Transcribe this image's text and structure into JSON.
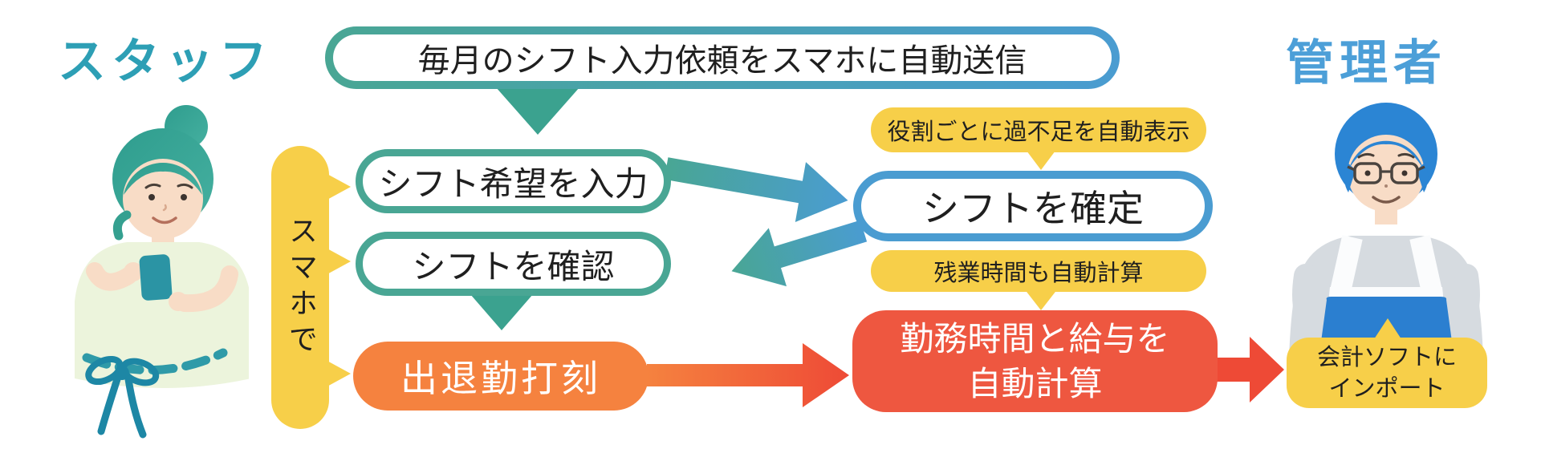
{
  "titles": {
    "staff": "スタッフ",
    "manager": "管理者"
  },
  "flow": {
    "auto_send": "毎月のシフト入力依頼をスマホに自動送信",
    "via_smartphone": "スマホで",
    "enter_shift_request": "シフト希望を入力",
    "finalize_shift": "シフトを確定",
    "check_shift": "シフトを確認",
    "clock_in_out": "出退勤打刻",
    "auto_calc_line1": "勤務時間と給与を",
    "auto_calc_line2": "自動計算",
    "import_line1": "会計ソフトに",
    "import_line2": "インポート"
  },
  "badges": {
    "role_shortage": "役割ごとに過不足を自動表示",
    "overtime": "残業時間も自動計算"
  },
  "colors": {
    "teal": "#49a694",
    "teal_arrow": "#3ba28f",
    "blue": "#4a9cd1",
    "yellow": "#f7cf49",
    "orange": "#f5823f",
    "red": "#ee5740",
    "red_arrow": "#ee4a36",
    "title_teal": "#2d9fb5",
    "title_blue": "#4c9fd8",
    "ink": "#1f1f1f"
  },
  "illustrations": {
    "staff_person": "woman-holding-smartphone",
    "manager_person": "man-with-glasses-apron-laptop"
  }
}
